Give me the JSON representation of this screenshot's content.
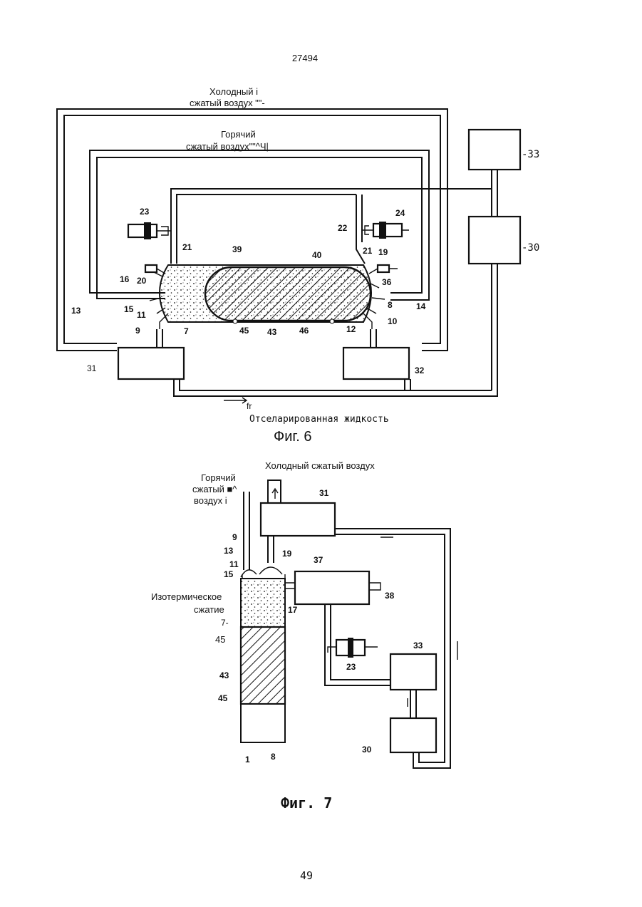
{
  "page": {
    "doc_number": "27494",
    "page_number": "49"
  },
  "fig6": {
    "caption": "Фиг. 6",
    "cold_air_l1": "Холодный    i",
    "cold_air_l2": "сжатый воздух \"\"-",
    "hot_air_l1": "Горячий",
    "hot_air_l2": "сжатый воздух\"\"^Ч|",
    "fluid_label": "Отселарированная жидкость",
    "flow_mark": "fr",
    "ref": {
      "n1": "7",
      "n2": "8",
      "n3": "9",
      "n4": "10",
      "n5": "11",
      "n6": "12",
      "n7": "13",
      "n8": "14",
      "n9": "15",
      "n10": "16",
      "n11": "19",
      "n12": "20",
      "n13": "21",
      "n14": "21",
      "n15": "22",
      "n16": "23",
      "n17": "24",
      "n18": "31",
      "n19": "32",
      "n20": "-30",
      "n21": "-33",
      "n22": "36",
      "n23": "39",
      "n24": "40",
      "n25": "43",
      "n26": "45",
      "n27": "46"
    }
  },
  "fig7": {
    "caption": "Фиг. 7",
    "cold_air": "Холодный сжатый воздух",
    "hot_air_l1": "Горячий",
    "hot_air_l2": "сжатый ■^",
    "hot_air_l3": "воздух   i",
    "iso_l1": "Изотермическое",
    "iso_l2": "сжатие",
    "ref": {
      "n1": "1",
      "n2": "7-",
      "n3": "8",
      "n4": "9",
      "n5": "11",
      "n6": "13",
      "n7": "15",
      "n8": "17",
      "n9": "19",
      "n10": "23",
      "n11": "30",
      "n12": "31",
      "n13": "33",
      "n14": "37",
      "n15": "38",
      "n16": "43",
      "n17": "45",
      "n18": "45"
    }
  }
}
